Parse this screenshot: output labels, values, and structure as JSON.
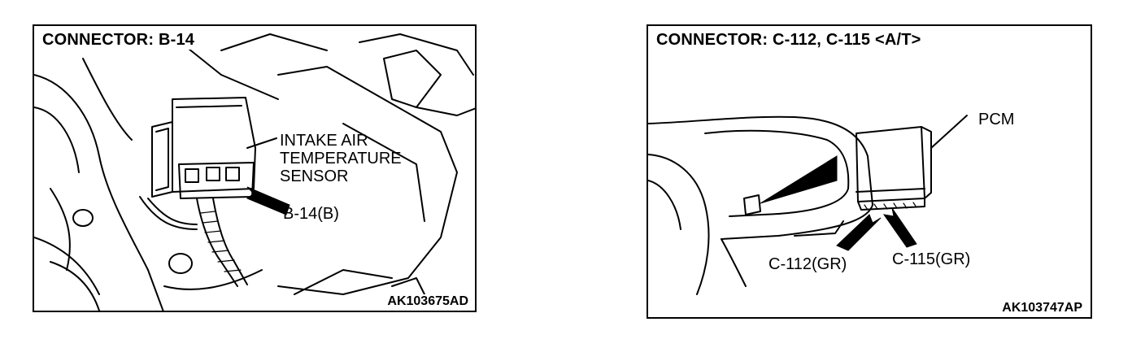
{
  "left_panel": {
    "title": "CONNECTOR: B-14",
    "sensor_label_lines": [
      "INTAKE AIR",
      "TEMPERATURE",
      "SENSOR"
    ],
    "connector_label": "B-14(B)",
    "figure_code": "AK103675AD"
  },
  "right_panel": {
    "title": "CONNECTOR: C-112, C-115 <A/T>",
    "module_label": "PCM",
    "connector_label_1": "C-112(GR)",
    "connector_label_2": "C-115(GR)",
    "figure_code": "AK103747AP"
  }
}
